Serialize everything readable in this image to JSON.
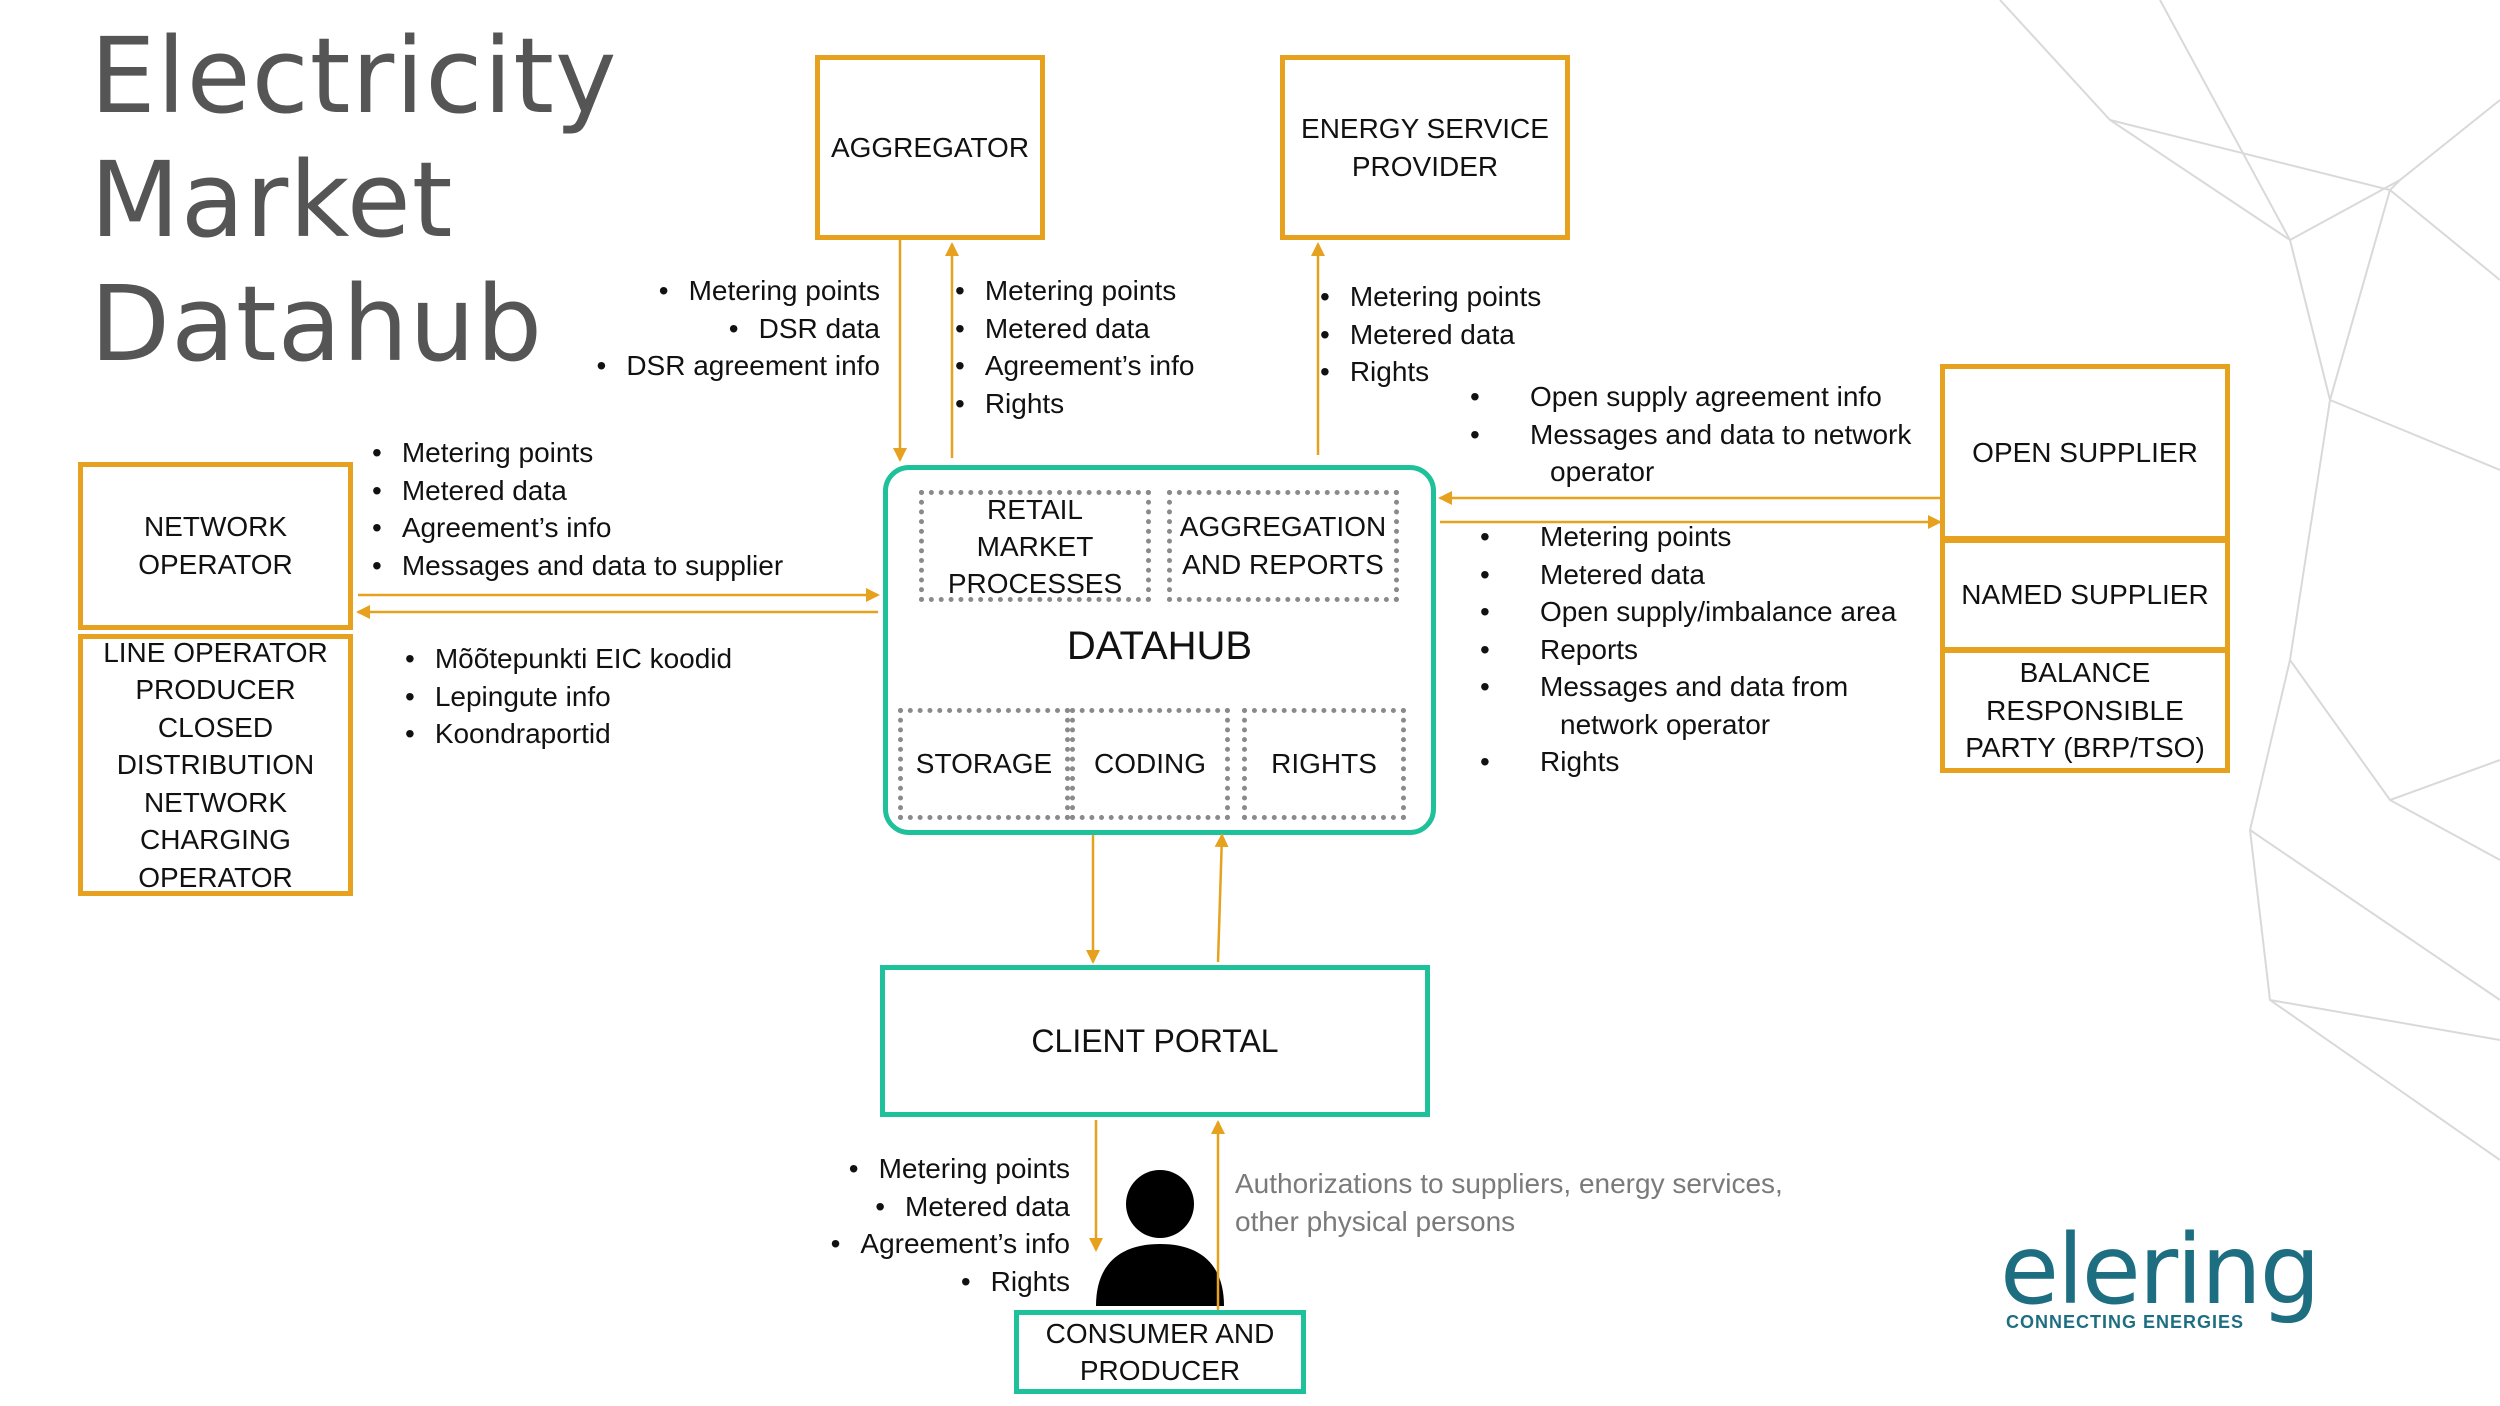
{
  "title": {
    "line1": "Electricity",
    "line2": "Market",
    "line3": "Datahub"
  },
  "nodes": {
    "aggregator": "AGGREGATOR",
    "energy_service_provider": "ENERGY SERVICE\nPROVIDER",
    "network_operator": "NETWORK\nOPERATOR",
    "line_operator_group": "LINE OPERATOR\nPRODUCER\nCLOSED\nDISTRIBUTION\nNETWORK\nCHARGING\nOPERATOR",
    "open_supplier": "OPEN SUPPLIER",
    "named_supplier": "NAMED SUPPLIER",
    "balance_responsible": "BALANCE\nRESPONSIBLE\nPARTY (BRP/TSO)",
    "client_portal": "CLIENT PORTAL",
    "consumer_producer": "CONSUMER AND\nPRODUCER"
  },
  "datahub": {
    "label": "DATAHUB",
    "modules": {
      "retail": "RETAIL\nMARKET\nPROCESSES",
      "aggregation": "AGGREGATION\nAND REPORTS",
      "storage": "STORAGE",
      "coding": "CODING",
      "rights": "RIGHTS"
    }
  },
  "lists": {
    "datahub_to_aggregator": [
      "Metering points",
      "DSR data",
      "DSR agreement info"
    ],
    "aggregator_from_datahub": [
      "Metering points",
      "Metered data",
      "Agreement’s info",
      "Rights"
    ],
    "esp_from_datahub": [
      "Metering points",
      "Metered data",
      "Rights"
    ],
    "network_operator_out": [
      "Metering points",
      "Metered data",
      "Agreement’s info",
      "Messages and data to supplier"
    ],
    "network_operator_in": [
      "Mõõtepunkti EIC koodid",
      "Lepingute info",
      "Koondraportid"
    ],
    "supplier_to_datahub": [
      "Open supply agreement info",
      "Messages and data to network operator"
    ],
    "datahub_to_supplier": [
      "Metering points",
      "Metered data",
      "Open supply/imbalance area",
      "Reports",
      "Messages and data from network operator",
      "Rights"
    ],
    "portal_to_consumer": [
      "Metering points",
      "Metered data",
      "Agreement’s info",
      "Rights"
    ]
  },
  "notes": {
    "authorizations": "Authorizations to suppliers, energy services,\nother physical persons"
  },
  "logo": {
    "word": "elering",
    "tagline": "CONNECTING ENERGIES"
  },
  "colors": {
    "orange": "#E6A21E",
    "teal": "#1FC19A",
    "title_gray": "#555555",
    "logo_blue": "#1E6E82"
  }
}
